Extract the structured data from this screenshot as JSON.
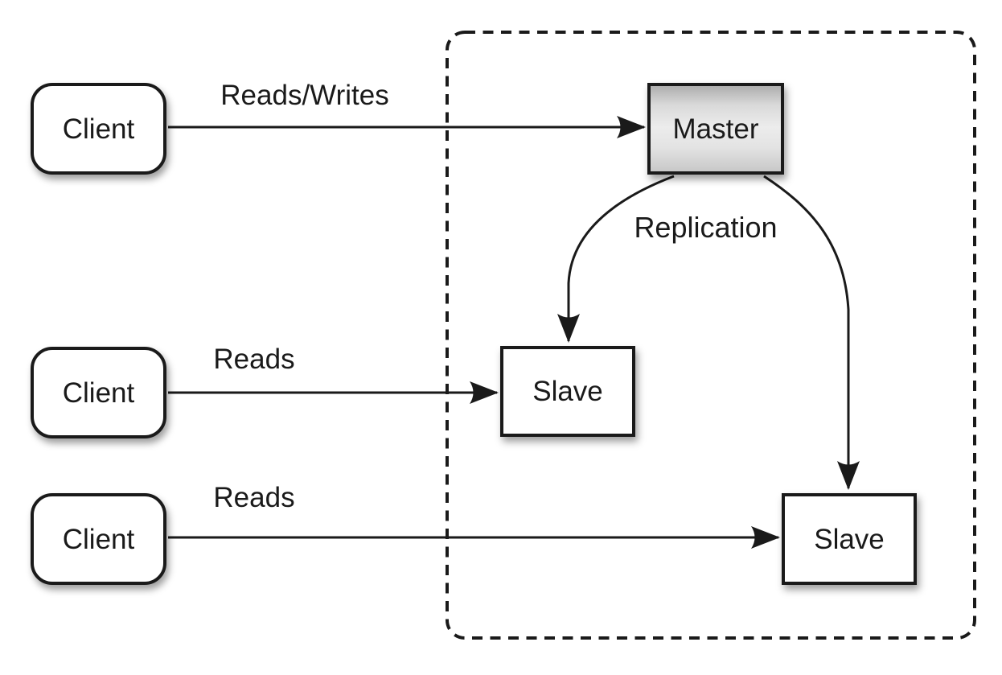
{
  "diagram": {
    "clients": [
      {
        "label": "Client"
      },
      {
        "label": "Client"
      },
      {
        "label": "Client"
      }
    ],
    "master": {
      "label": "Master"
    },
    "slaves": [
      {
        "label": "Slave"
      },
      {
        "label": "Slave"
      }
    ],
    "edge_labels": {
      "client1_master": "Reads/Writes",
      "client2_slave1": "Reads",
      "client3_slave2": "Reads",
      "master_slaves": "Replication"
    },
    "colors": {
      "stroke": "#1a1a1a",
      "box_fill": "#ffffff",
      "master_fill_top": "#aeaeae",
      "master_fill_mid": "#ececec",
      "master_fill_bottom": "#c8c8c8"
    }
  }
}
